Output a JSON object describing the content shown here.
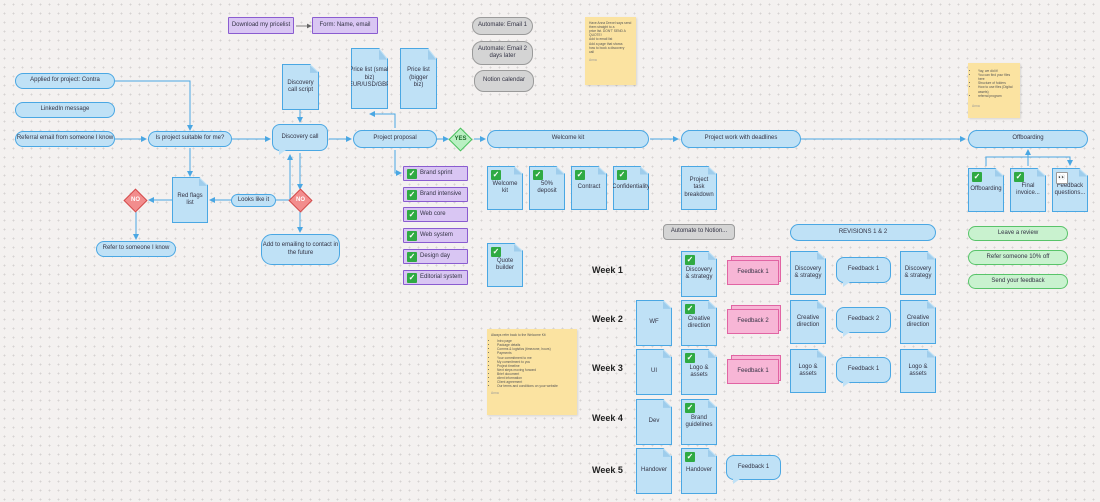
{
  "header": {
    "download_pricelist": "Download my pricelist",
    "form_name_email": "Form: Name, email",
    "automate_email1": "Automate: Email 1",
    "automate_email2": "Automate: Email 2 days later",
    "notion_calendar": "Notion calendar"
  },
  "sticky_top": {
    "lines": [
      "Have Anna Drexel says send them straight to a",
      "price list. DON'T SEND A QUOTE!",
      "",
      "Add to email list",
      "",
      "Add a page that shows",
      "how to book a discovery",
      "call"
    ],
    "footer": "Anna"
  },
  "sticky_right": {
    "items": [
      "Yay, we did it!",
      "You can find your files here",
      "Structure of folders",
      "How to use files (Digital assets)",
      "referral program"
    ],
    "footer": "Anna"
  },
  "sticky_bottom": {
    "intro": "Always refer back to the Welcome Kit",
    "items": [
      "Intro page",
      "Package details",
      "Comms & logistics (timezone, hours)",
      "Payments",
      "Your commitment to me",
      "My commitment to you",
      "Project timeline",
      "Next steps moving forward",
      "Brief document",
      "client information",
      "Client agreement",
      "Our terms and conditions on your website"
    ],
    "footer": "Anna"
  },
  "left": {
    "applied": "Applied for project: Contra",
    "linkedin": "LinkedIn message",
    "referral": "Referral email from someone I know",
    "suitable": "Is project suitable for me?",
    "no": "NO",
    "red_flags": "Red flags list",
    "looks_like_it": "Looks like it",
    "refer_someone": "Refer to someone I know",
    "discovery_script": "Discovery call script",
    "discovery_call": "Discovery call",
    "no2": "NO",
    "add_emailing": "Add to emailing to contact in the future"
  },
  "proposal": {
    "price_small": "Price list (small biz) (EUR/USD/GBP)",
    "price_bigger": "Price list (bigger biz)",
    "project_proposal": "Project proposal",
    "yes": "YES",
    "packages": [
      "Brand sprint",
      "Brand intensive",
      "Web core",
      "Web system",
      "Design day",
      "Editorial system"
    ]
  },
  "welcome": {
    "welcome_kit": "Welcome kit",
    "docs": [
      "Welcome kit",
      "50% deposit",
      "Contract",
      "Confidentiality"
    ],
    "quote_builder": "Quote builder"
  },
  "project": {
    "work_with_deadlines": "Project work with deadlines",
    "task_breakdown": "Project task breakdown",
    "automate_notion": "Automate to Notion...",
    "revisions": "REVISIONS 1 & 2"
  },
  "weeks": {
    "labels": [
      "Week 1",
      "Week 2",
      "Week 3",
      "Week 4",
      "Week 5"
    ],
    "left_docs": [
      "WF",
      "UI",
      "Dev",
      "Handover"
    ],
    "tasks": [
      "Discovery & strategy",
      "Creative direction",
      "Logo & assets",
      "Brand guidelines",
      "Handover"
    ],
    "feedback_pink": [
      "Feedback 1",
      "Feedback 2",
      "Feedback 1"
    ],
    "feedback_week5": "Feedback 1",
    "rev_docs_a": [
      "Discovery & strategy",
      "Creative direction",
      "Logo & assets"
    ],
    "rev_bubbles": [
      "Feedback 1",
      "Feedback 2",
      "Feedback 1"
    ],
    "rev_docs_b": [
      "Discovery & strategy",
      "Creative direction",
      "Logo & assets"
    ]
  },
  "offboarding": {
    "title": "Offboarding",
    "docs": [
      "Offboarding",
      "Final invoice...",
      "Feedback questions..."
    ],
    "leave_review": "Leave a review",
    "refer_discount": "Refer someone 10% off",
    "send_feedback": "Send your feedback"
  },
  "colors": {
    "blue_fill": "#bfe1f6",
    "blue_border": "#4aa7e3",
    "purple_fill": "#d9c6f3",
    "green_fill": "#c9f2cf",
    "red_fill": "#f28d8d",
    "pink_fill": "#f7b6d6",
    "sticky": "#fbe3a1",
    "check_green": "#2faa43"
  }
}
